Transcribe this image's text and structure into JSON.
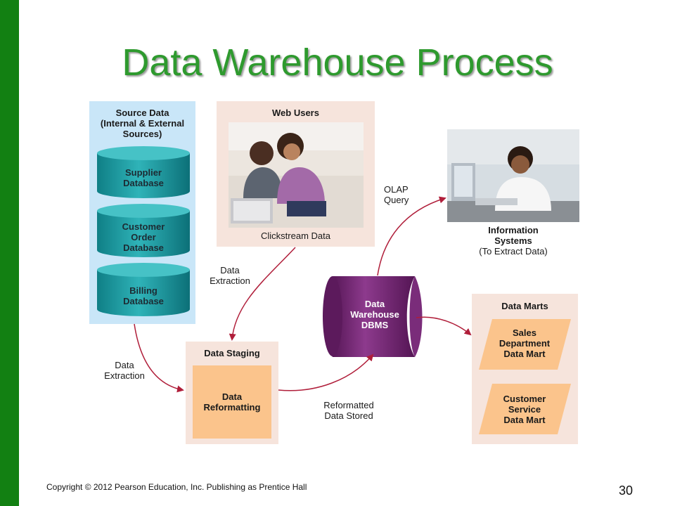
{
  "title": "Data Warehouse Process",
  "source": {
    "heading": "Source Data\n(Internal & External\nSources)",
    "databases": [
      "Supplier\nDatabase",
      "Customer\nOrder\nDatabase",
      "Billing\nDatabase"
    ]
  },
  "web_users": {
    "heading": "Web Users",
    "caption": "Clickstream Data"
  },
  "information_systems": {
    "label": "Information\nSystems",
    "sublabel": "(To Extract Data)"
  },
  "olap_label": "OLAP\nQuery",
  "extraction_label_top": "Data\nExtraction",
  "extraction_label_bottom": "Data\nExtraction",
  "warehouse_label": "Data\nWarehouse\nDBMS",
  "staging": {
    "heading": "Data Staging",
    "inner": "Data\nReformatting"
  },
  "reformatted_label": "Reformatted\nData Stored",
  "marts": {
    "heading": "Data Marts",
    "items": [
      "Sales\nDepartment\nData Mart",
      "Customer\nService\nData Mart"
    ]
  },
  "footer": "Copyright © 2012 Pearson Education, Inc. Publishing as Prentice Hall",
  "page_number": "30",
  "colors": {
    "green_bar": "#128012",
    "title_green": "#2e9a2e",
    "source_bg": "#c9e6f8",
    "cylinder": "#1a9aa0",
    "panel_bg": "#f6e4dc",
    "orange": "#fbc48c",
    "warehouse": "#6c1e6c",
    "arrow": "#b01e3a"
  }
}
